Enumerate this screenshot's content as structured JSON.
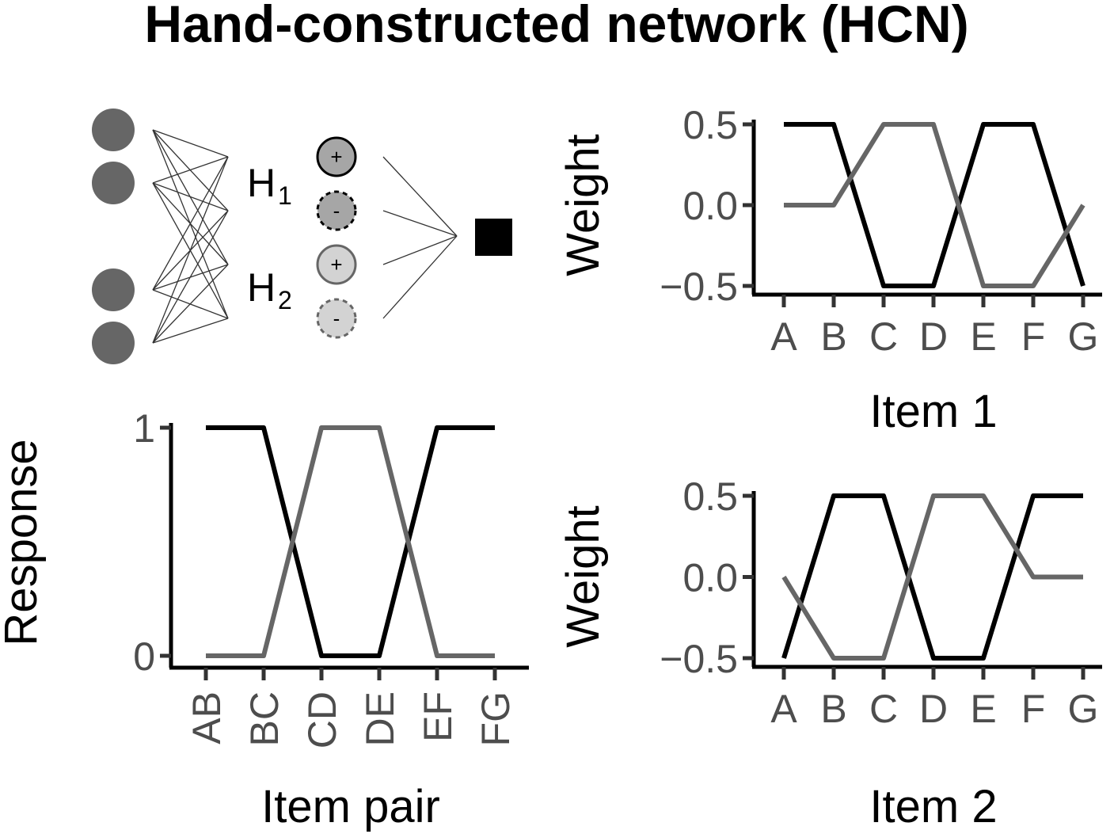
{
  "title": "Hand-constructed network (HCN)",
  "colors": {
    "series1": "#000000",
    "series2": "#666666",
    "input_node": "#666666",
    "axis": "#000000",
    "tick_text": "#4d4d4d"
  },
  "network": {
    "hidden_labels": [
      {
        "main": "H",
        "sub": "1"
      },
      {
        "main": "H",
        "sub": "2"
      }
    ],
    "units": [
      {
        "sign": "+",
        "fill": "#a6a6a6",
        "stroke": "#000000",
        "dashed": false
      },
      {
        "sign": "-",
        "fill": "#a6a6a6",
        "stroke": "#000000",
        "dashed": true
      },
      {
        "sign": "+",
        "fill": "#d3d3d3",
        "stroke": "#666666",
        "dashed": false
      },
      {
        "sign": "-",
        "fill": "#d3d3d3",
        "stroke": "#666666",
        "dashed": true
      }
    ]
  },
  "chart_data": [
    {
      "id": "response",
      "type": "line",
      "categories": [
        "AB",
        "BC",
        "CD",
        "DE",
        "EF",
        "FG"
      ],
      "series": [
        {
          "values": [
            1,
            1,
            0,
            0,
            1,
            1
          ]
        },
        {
          "values": [
            0,
            0,
            1,
            1,
            0,
            0
          ]
        }
      ],
      "ylabel": "Response",
      "xlabel": "Item pair",
      "yticks": [
        0,
        1
      ],
      "ytick_labels": [
        "0",
        "1"
      ],
      "ylim": [
        0,
        1
      ]
    },
    {
      "id": "weight-item1",
      "type": "line",
      "categories": [
        "A",
        "B",
        "C",
        "D",
        "E",
        "F",
        "G"
      ],
      "series": [
        {
          "values": [
            0.5,
            0.5,
            -0.5,
            -0.5,
            0.5,
            0.5,
            -0.5
          ]
        },
        {
          "values": [
            0,
            0,
            0.5,
            0.5,
            -0.5,
            -0.5,
            0
          ]
        }
      ],
      "ylabel": "Weight",
      "xlabel": "Item 1",
      "yticks": [
        -0.5,
        0,
        0.5
      ],
      "ytick_labels": [
        "−0.5",
        "0.0",
        "0.5"
      ],
      "ylim": [
        -0.5,
        0.5
      ]
    },
    {
      "id": "weight-item2",
      "type": "line",
      "categories": [
        "A",
        "B",
        "C",
        "D",
        "E",
        "F",
        "G"
      ],
      "series": [
        {
          "values": [
            -0.5,
            0.5,
            0.5,
            -0.5,
            -0.5,
            0.5,
            0.5
          ]
        },
        {
          "values": [
            0,
            -0.5,
            -0.5,
            0.5,
            0.5,
            0,
            0
          ]
        }
      ],
      "ylabel": "Weight",
      "xlabel": "Item 2",
      "yticks": [
        -0.5,
        0,
        0.5
      ],
      "ytick_labels": [
        "−0.5",
        "0.0",
        "0.5"
      ],
      "ylim": [
        -0.5,
        0.5
      ]
    }
  ]
}
